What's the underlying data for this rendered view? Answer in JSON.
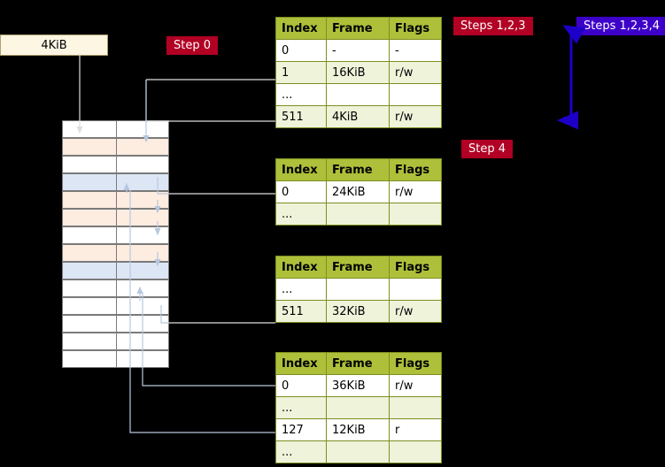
{
  "labels": {
    "page_size": "4KiB",
    "step0": "Step 0",
    "step4": "Step 4",
    "steps123": "Steps 1,2,3",
    "steps1234": "Steps 1,2,3,4"
  },
  "colors": {
    "badge_red": "#b10023",
    "badge_blue": "#3d00c8",
    "table_header": "#aec03a",
    "table_alt_row": "#eef3da",
    "memory_cream": "#fdece0",
    "memory_blue": "#dce6f5",
    "arrow": "#b7c7de"
  },
  "tables": [
    {
      "id": "level1-table",
      "headers": [
        "Index",
        "Frame",
        "Flags"
      ],
      "rows": [
        [
          "0",
          "-",
          "-"
        ],
        [
          "1",
          "16KiB",
          "r/w"
        ],
        [
          "...",
          "",
          ""
        ],
        [
          "511",
          "4KiB",
          "r/w"
        ]
      ]
    },
    {
      "id": "level2-table",
      "headers": [
        "Index",
        "Frame",
        "Flags"
      ],
      "rows": [
        [
          "0",
          "24KiB",
          "r/w"
        ],
        [
          "...",
          "",
          ""
        ]
      ]
    },
    {
      "id": "level3-table",
      "headers": [
        "Index",
        "Frame",
        "Flags"
      ],
      "rows": [
        [
          "...",
          "",
          ""
        ],
        [
          "511",
          "32KiB",
          "r/w"
        ]
      ]
    },
    {
      "id": "level4-table",
      "headers": [
        "Index",
        "Frame",
        "Flags"
      ],
      "rows": [
        [
          "0",
          "36KiB",
          "r/w"
        ],
        [
          "...",
          "",
          ""
        ],
        [
          "127",
          "12KiB",
          "r"
        ],
        [
          "...",
          "",
          ""
        ]
      ]
    }
  ],
  "memory_rows": [
    {
      "fill": "white"
    },
    {
      "fill": "cream"
    },
    {
      "fill": "white"
    },
    {
      "fill": "blue"
    },
    {
      "fill": "cream"
    },
    {
      "fill": "cream"
    },
    {
      "fill": "white"
    },
    {
      "fill": "cream"
    },
    {
      "fill": "blue"
    },
    {
      "fill": "white"
    },
    {
      "fill": "white"
    },
    {
      "fill": "white"
    },
    {
      "fill": "white"
    },
    {
      "fill": "white"
    }
  ]
}
